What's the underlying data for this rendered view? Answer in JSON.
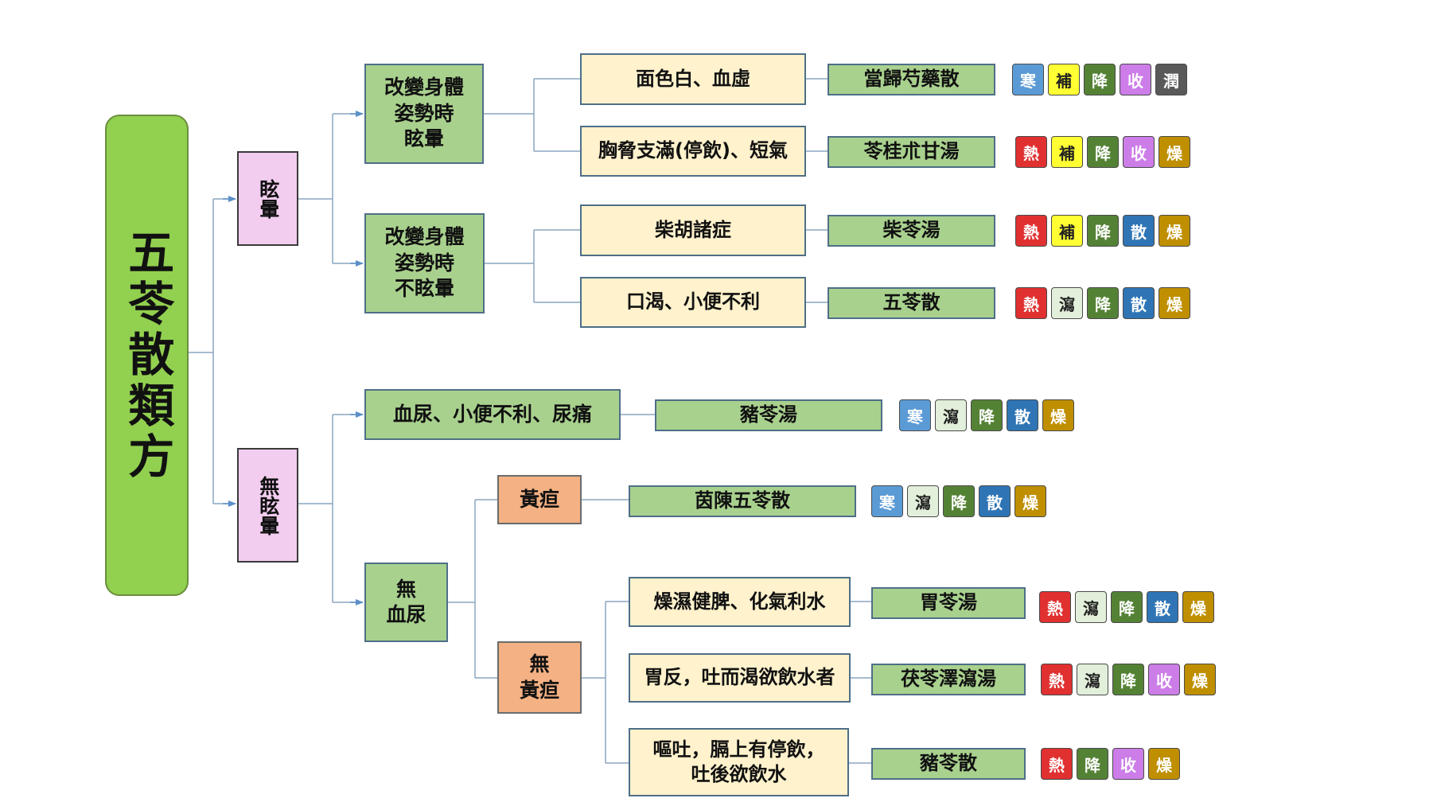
{
  "root": {
    "label": "五苓散類方"
  },
  "branch_dizzy": {
    "label": "眩暈"
  },
  "branch_no_dizzy": {
    "label": "無眩暈"
  },
  "posture_dizzy": {
    "label": "改變身體\n姿勢時\n眩暈"
  },
  "posture_no_dizzy": {
    "label": "改變身體\n姿勢時\n不眩暈"
  },
  "hematuria": {
    "label": "血尿、小便不利、尿痛"
  },
  "no_hematuria": {
    "label": "無\n血尿"
  },
  "jaundice": {
    "label": "黃疸"
  },
  "no_jaundice": {
    "label": "無\n黃疸"
  },
  "symptoms": [
    {
      "label": "面色白、血虛"
    },
    {
      "label": "胸脅支滿(停飲)、短氣"
    },
    {
      "label": "柴胡諸症"
    },
    {
      "label": "口渴、小便不利"
    },
    {
      "label": "燥濕健脾、化氣利水"
    },
    {
      "label": "胃反，吐而渴欲飲水者"
    },
    {
      "label": "嘔吐，膈上有停飲，\n吐後欲飲水"
    }
  ],
  "formulas": [
    {
      "label": "當歸芍藥散",
      "tags": [
        "寒",
        "補",
        "降",
        "收",
        "潤"
      ]
    },
    {
      "label": "苓桂朮甘湯",
      "tags": [
        "熱",
        "補",
        "降",
        "收",
        "燥"
      ]
    },
    {
      "label": "柴苓湯",
      "tags": [
        "熱",
        "補",
        "降",
        "散",
        "燥"
      ]
    },
    {
      "label": "五苓散",
      "tags": [
        "熱",
        "瀉",
        "降",
        "散",
        "燥"
      ]
    },
    {
      "label": "豬苓湯",
      "tags": [
        "寒",
        "瀉",
        "降",
        "散",
        "燥"
      ]
    },
    {
      "label": "茵陳五苓散",
      "tags": [
        "寒",
        "瀉",
        "降",
        "散",
        "燥"
      ]
    },
    {
      "label": "胃苓湯",
      "tags": [
        "熱",
        "瀉",
        "降",
        "散",
        "燥"
      ]
    },
    {
      "label": "茯苓澤瀉湯",
      "tags": [
        "熱",
        "瀉",
        "降",
        "收",
        "燥"
      ]
    },
    {
      "label": "豬苓散",
      "tags": [
        "熱",
        "降",
        "收",
        "燥"
      ]
    }
  ],
  "tag_colors": {
    "寒": "#5b9bd5",
    "熱": "#e03030",
    "補": "#ffff33",
    "瀉": "#e2efda",
    "降": "#548235",
    "收": "#cc7de8",
    "散": "#2f75b5",
    "潤": "#595959",
    "燥": "#bf8f00"
  }
}
